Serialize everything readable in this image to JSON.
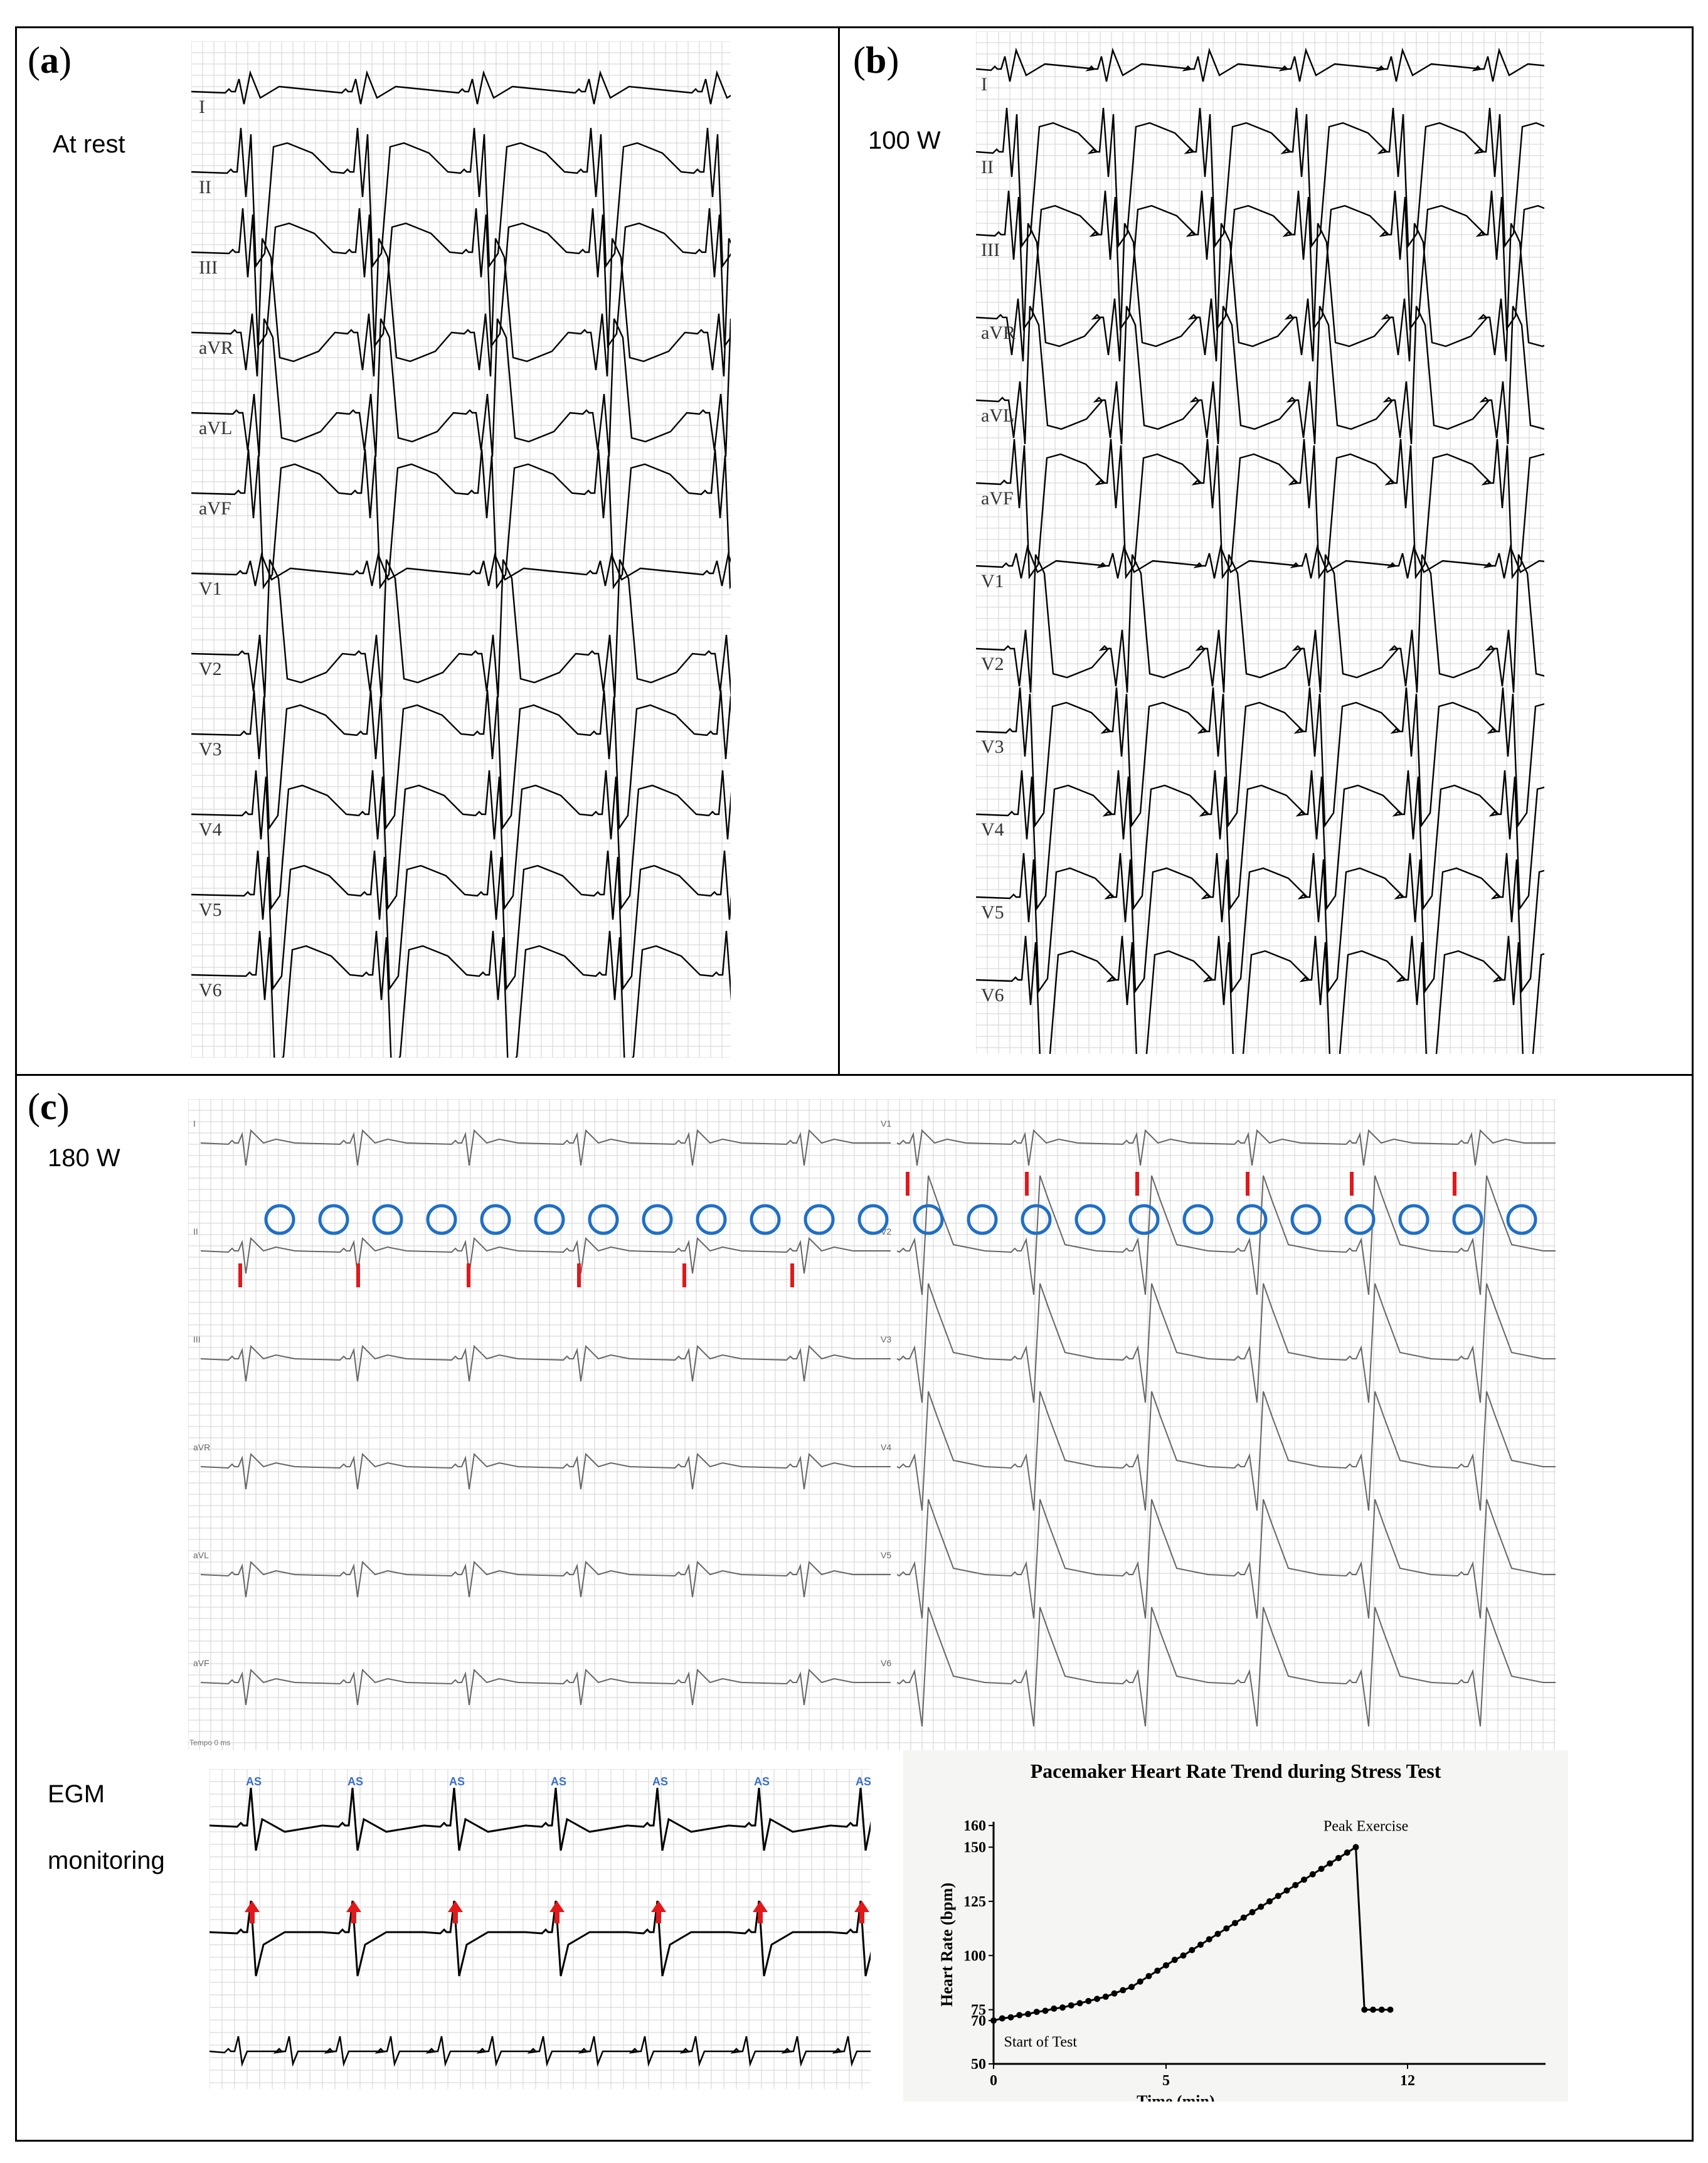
{
  "panels": {
    "a": {
      "letter": "a",
      "condition": "At rest",
      "leads": [
        "I",
        "II",
        "III",
        "aVR",
        "aVL",
        "aVF",
        "V1",
        "V2",
        "V3",
        "V4",
        "V5",
        "V6"
      ]
    },
    "b": {
      "letter": "b",
      "condition": "100 W",
      "leads": [
        "I",
        "II",
        "III",
        "aVR",
        "aVL",
        "aVF",
        "V1",
        "V2",
        "V3",
        "V4",
        "V5",
        "V6"
      ]
    },
    "c": {
      "letter": "c",
      "condition": "180 W",
      "left_leads": [
        "I",
        "II",
        "III",
        "aVR",
        "aVL",
        "aVF"
      ],
      "right_leads": [
        "V1",
        "V2",
        "V3",
        "V4",
        "V5",
        "V6"
      ],
      "footer": "Tempo 0 ms",
      "egm": {
        "label_line1": "EGM",
        "label_line2": "monitoring",
        "marker": "AS"
      }
    }
  },
  "colors": {
    "grid": "#d9d9d9",
    "trace": "#000000",
    "trace_light": "#666666",
    "marker_red": "#e0191b",
    "circle_blue": "#1f6fc5",
    "egm_marker": "#3a6ec9"
  },
  "chart_data": {
    "type": "line",
    "title": "Pacemaker Heart Rate Trend during Stress Test",
    "xlabel": "Time (min)",
    "ylabel": "Heart Rate (bpm)",
    "xlim": [
      0,
      16
    ],
    "ylim": [
      50,
      160
    ],
    "xticks": [
      0,
      5,
      12
    ],
    "yticks": [
      50,
      70,
      75,
      100,
      125,
      150,
      160
    ],
    "annotations": [
      {
        "text": "Peak Exercise",
        "x": 10,
        "y": 150
      },
      {
        "text": "Start of Test",
        "x": 0.3,
        "y": 58
      }
    ],
    "series": [
      {
        "x": [
          0,
          0.25,
          0.5,
          0.75,
          1,
          1.25,
          1.5,
          1.75,
          2,
          2.25,
          2.5,
          2.75,
          3,
          3.25,
          3.5,
          3.75,
          4,
          4.25,
          4.5,
          4.75,
          5,
          5.25,
          5.5,
          5.75,
          6,
          6.25,
          6.5,
          6.75,
          7,
          7.25,
          7.5,
          7.75,
          8,
          8.25,
          8.5,
          8.75,
          9,
          9.25,
          9.5,
          9.75,
          10,
          10.25,
          10.5,
          10.75,
          11,
          11.25,
          11.5
        ],
        "y": [
          70,
          71,
          71.5,
          72.5,
          73,
          74,
          74.5,
          75.5,
          76,
          77,
          78,
          79,
          80,
          81,
          82.5,
          84,
          85.5,
          88,
          90.5,
          93,
          95.5,
          98,
          100,
          102.5,
          105,
          107.5,
          110,
          112.5,
          115,
          117.5,
          120,
          122.5,
          125,
          127.5,
          130,
          132.5,
          135,
          137.5,
          140,
          142.5,
          145,
          147.5,
          150,
          75,
          75,
          75,
          75
        ]
      }
    ]
  }
}
